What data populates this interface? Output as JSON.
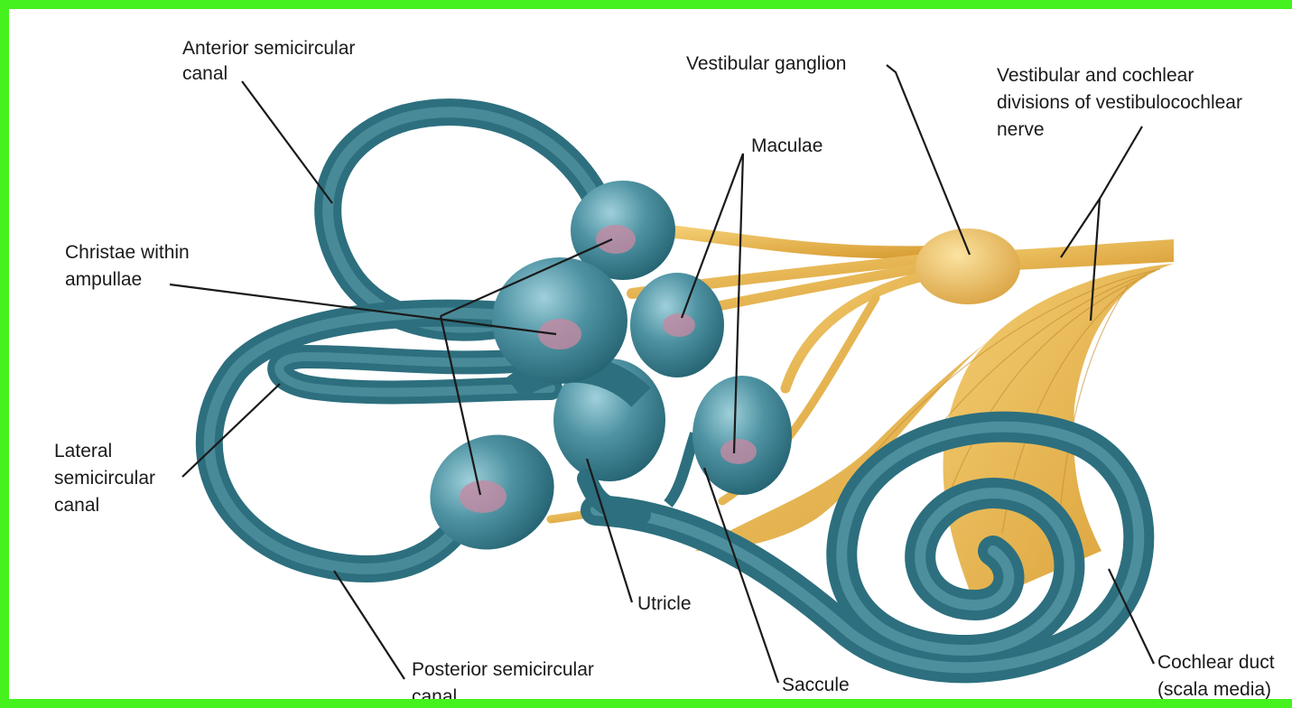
{
  "colors": {
    "frame": "#45f21d",
    "membrane": "#3f8393",
    "membrane_light": "#8cc0cc",
    "membrane_dark": "#1f5866",
    "nerve": "#e8b24a",
    "nerve_dark": "#c98f2a",
    "sensory_patch": "#c48aa3",
    "leader_line": "#1a1a1a"
  },
  "labels": {
    "anterior_canal": [
      "Anterior semicircular",
      "canal"
    ],
    "vestibular_ganglion": "Vestibular ganglion",
    "nerve_divisions": [
      "Vestibular and cochlear",
      "divisions of vestibulocochlear",
      "nerve"
    ],
    "maculae": "Maculae",
    "christae": [
      "Christae within",
      "ampullae"
    ],
    "lateral_canal": [
      "Lateral",
      "semicircular",
      "canal"
    ],
    "utricle": "Utricle",
    "posterior_canal": [
      "Posterior semicircular",
      "canal"
    ],
    "saccule": "Saccule",
    "cochlear_duct": [
      "Cochlear duct",
      "(scala media)"
    ]
  }
}
